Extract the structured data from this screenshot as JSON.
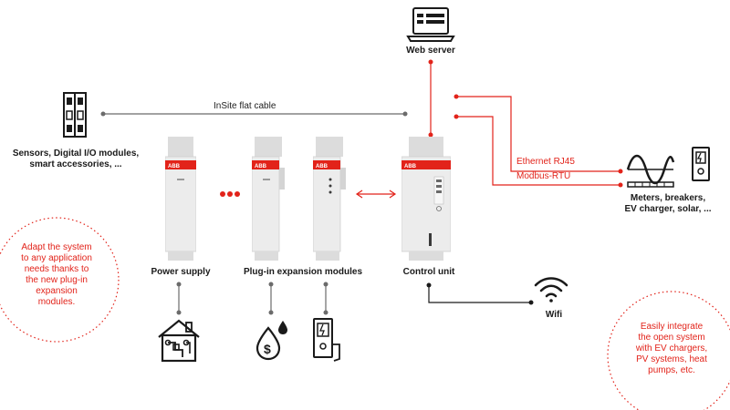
{
  "labels": {
    "web_server": "Web server",
    "insite_cable": "InSite flat cable",
    "sensors": "Sensors, Digital I/O modules,",
    "sensors2": "smart accessories, ...",
    "ethernet": "Ethernet RJ45",
    "modbus": "Modbus-RTU",
    "meters": "Meters, breakers,",
    "meters2": "EV charger, solar, ...",
    "power_supply": "Power supply",
    "plugin_modules": "Plug-in expansion modules",
    "control_unit": "Control unit",
    "wifi": "Wifi"
  },
  "callouts": {
    "left": [
      "Adapt the system",
      "to any application",
      "needs thanks to",
      "the new plug-in",
      "expansion",
      "modules."
    ],
    "right": [
      "Easily integrate",
      "the open system",
      "with EV chargers,",
      "PV systems, heat",
      "pumps, etc."
    ]
  },
  "module_brand": "ABB",
  "colors": {
    "accent": "#e2231a",
    "line": "#6b6b6b",
    "icon": "#1a1a1a",
    "module": "#e9e9e9"
  },
  "icons": [
    "laptop-icon",
    "circuit-breaker-icon",
    "sine-meter-icon",
    "ev-charger-icon",
    "smart-home-icon",
    "water-drop-icon",
    "wifi-icon"
  ]
}
